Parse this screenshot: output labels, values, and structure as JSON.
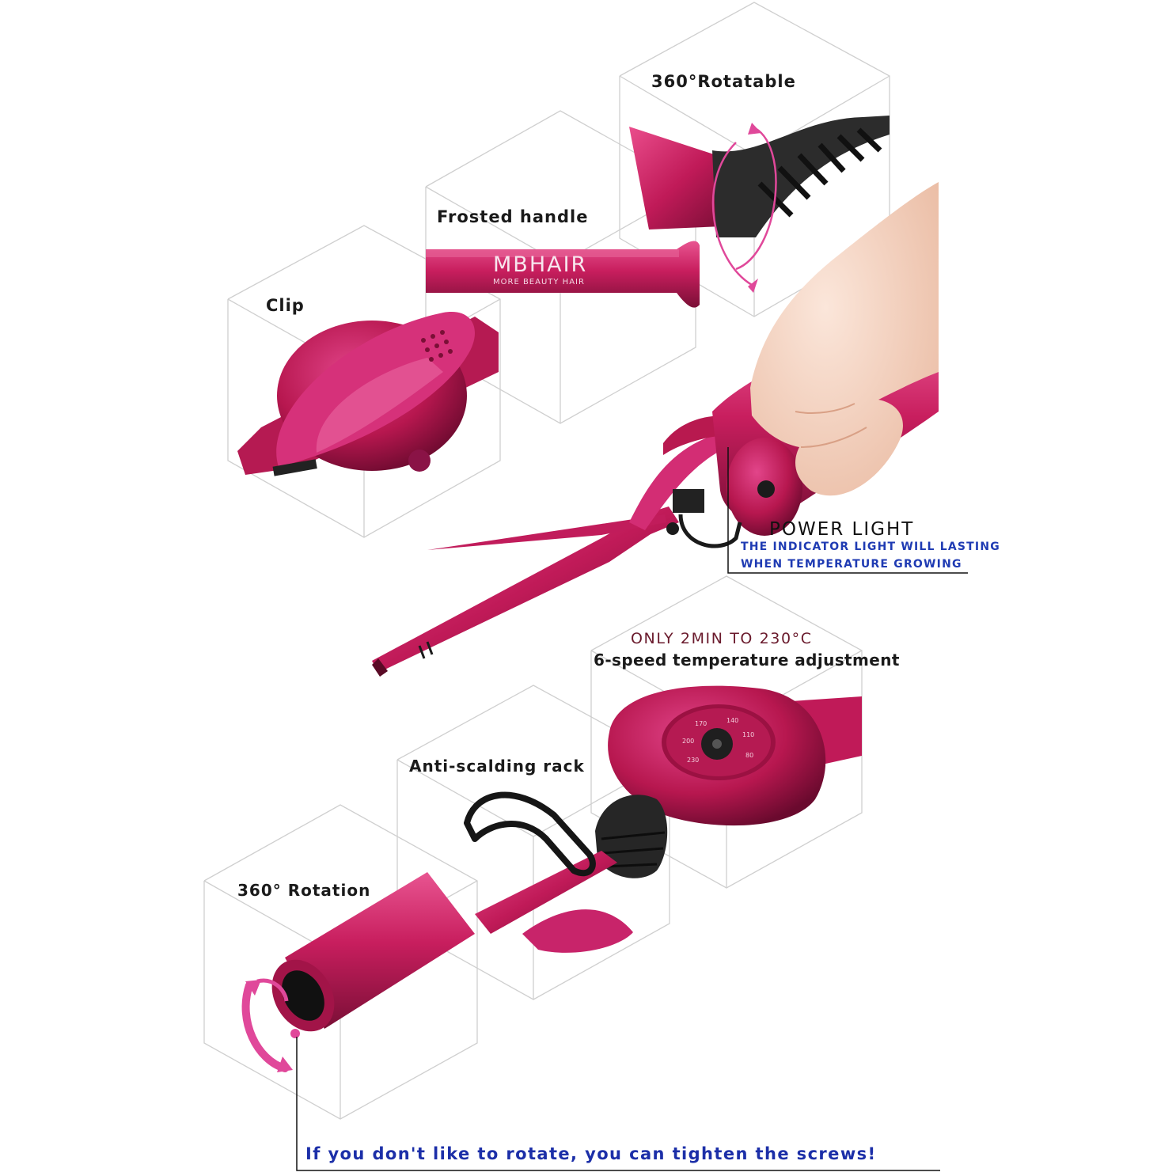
{
  "colors": {
    "product": "#c81e5e",
    "product_dark": "#7a0f36",
    "product_light": "#ea4d8c",
    "rubber": "#2a2a2a",
    "note_blue": "#1f3bb3",
    "temp_maroon": "#6a1a2c",
    "arrow_pink": "#e0489a"
  },
  "features": {
    "rotatable_top": "360°Rotatable",
    "frosted_handle": "Frosted handle",
    "clip": "Clip",
    "power_light": "POWER LIGHT",
    "power_note_line1": "THE INDICATOR LIGHT WILL LASTING",
    "power_note_line2": "WHEN TEMPERATURE GROWING",
    "temp_speed": "ONLY 2MIN TO 230°C",
    "temp_adjust": "6-speed temperature adjustment",
    "anti_scald": "Anti-scalding rack",
    "rotation_bottom": "360° Rotation",
    "screw_note": "If you don't like to rotate, you can tighten the screws!"
  },
  "brand": {
    "name": "MBHAIR",
    "tagline": "MORE BEAUTY HAIR"
  },
  "dial": {
    "marks": [
      "170",
      "140",
      "200",
      "110",
      "230",
      "80"
    ]
  }
}
